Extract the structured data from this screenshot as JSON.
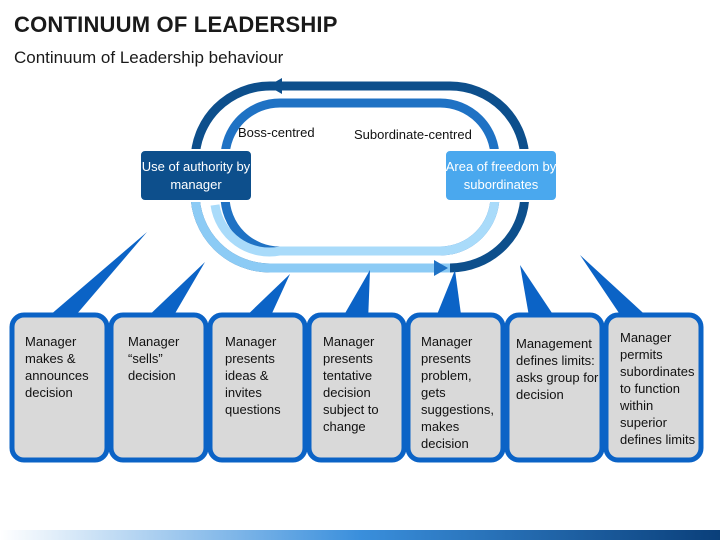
{
  "title": "CONTINUUM OF LEADERSHIP",
  "subtitle": "Continuum of Leadership behaviour",
  "hubs": {
    "left": "Use of authority by manager",
    "right": "Area of freedom by subordinates"
  },
  "track_labels": {
    "boss": "Boss-centred",
    "subordinate": "Subordinate-centred"
  },
  "cards": [
    "Manager makes & announces decision",
    "Manager “sells” decision",
    "Manager presents ideas & invites questions",
    "Manager presents tentative decision subject to change",
    "Manager presents problem, gets suggestions, makes decision",
    "Management defines limits: asks group for decision",
    "Manager permits subordinates to function within superior defines limits"
  ],
  "colors": {
    "dark_blue": "#0d4f8c",
    "mid_blue": "#1f72c4",
    "light_blue": "#7fc3f2",
    "accent_blue": "#0b63c6",
    "card_fill": "#d9d9d9"
  }
}
